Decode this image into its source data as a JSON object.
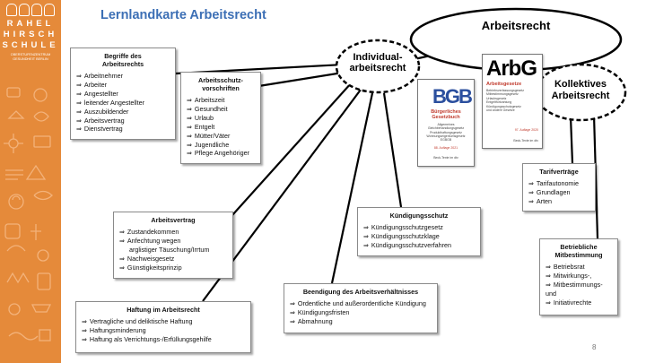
{
  "sidebar": {
    "logo_lines": [
      "RAHEL",
      "HIRSCH",
      "SCHULE"
    ],
    "logo_subtitle": "OBERSTUFENZENTRUM GESUNDHEIT BERLIN"
  },
  "page_title": "Lernlandkarte Arbeitsrecht",
  "page_number": "8",
  "ellipses": {
    "arbeitsrecht": "Arbeitsrecht",
    "individual": [
      "Individual-",
      "arbeitsrecht"
    ],
    "kollektiv": [
      "Kollektives",
      "Arbeitsrecht"
    ]
  },
  "books": {
    "bgb": {
      "logo": "BGB",
      "title": "Bürgerliches Gesetzbuch",
      "lines": [
        "Allgemeines",
        "Gleichbehandlungsgesetz",
        "Produkthaftungsgesetz",
        "Wohnungseigentumsgesetz",
        "EGBGB"
      ],
      "edition": "88. Auflage 2021",
      "publisher": "Beck-Texte im dtv"
    },
    "arbg": {
      "logo": "ArbG",
      "title": "Arbeitsgesetze",
      "lines": [
        "Betriebsverfassungsgesetz",
        "Mitbestimmungsgesetz",
        "Urlaubsgesetz",
        "Entgeltfortzahlung",
        "Kündigungsschutzgesetz",
        "und andere Gesetze"
      ],
      "edition": "97. Auflage 2020",
      "publisher": "Beck-Texte im dtv"
    }
  },
  "boxes": {
    "begriffe": {
      "heading": [
        "Begriffe des",
        "Arbeitsrechts"
      ],
      "items": [
        "Arbeitnehmer",
        "Arbeiter",
        "Angestellter",
        "leitender Angestellter",
        "Auszubildender",
        "Arbeitsvertrag",
        "Dienstvertrag"
      ]
    },
    "arbeitsschutz": {
      "heading": [
        "Arbeitsschutz-",
        "vorschriften"
      ],
      "items": [
        "Arbeitszeit",
        "Gesundheit",
        "Urlaub",
        "Entgelt",
        "Mütter/Väter",
        "Jugendliche",
        "Pflege Angehöriger"
      ]
    },
    "arbeitsvertrag": {
      "heading": [
        "Arbeitsvertrag"
      ],
      "items": [
        "Zustandekommen",
        "Anfechtung wegen",
        "arglistiger Täuschung/Irrtum",
        "Nachweisgesetz",
        "Günstigkeitsprinzip"
      ]
    },
    "kuendigungsschutz": {
      "heading": [
        "Kündigungsschutz"
      ],
      "items": [
        "Kündigungsschutzgesetz",
        "Kündigungsschutzklage",
        "Kündigungsschutzverfahren"
      ]
    },
    "tarif": {
      "heading": [
        "Tarifverträge"
      ],
      "items": [
        "Tarifautonomie",
        "Grundlagen",
        "Arten"
      ]
    },
    "mitbestimmung": {
      "heading": [
        "Betriebliche",
        "Mitbestimmung"
      ],
      "items": [
        "Betriebsrat",
        "Mitwirkungs-,",
        "Mitbestimmungs-",
        "und",
        "Initiativrechte"
      ]
    },
    "haftung": {
      "heading": [
        "Haftung im Arbeitsrecht"
      ],
      "items": [
        "Vertragliche und deliktische Haftung",
        "Haftungsminderung",
        "Haftung als Verrichtungs-/Erfüllungsgehilfe"
      ]
    },
    "beendigung": {
      "heading": [
        "Beendigung des Arbeitsverhältnisses"
      ],
      "items": [
        "Ordentliche und außerordentliche Kündigung",
        "Kündigungsfristen",
        "Abmahnung"
      ]
    }
  }
}
